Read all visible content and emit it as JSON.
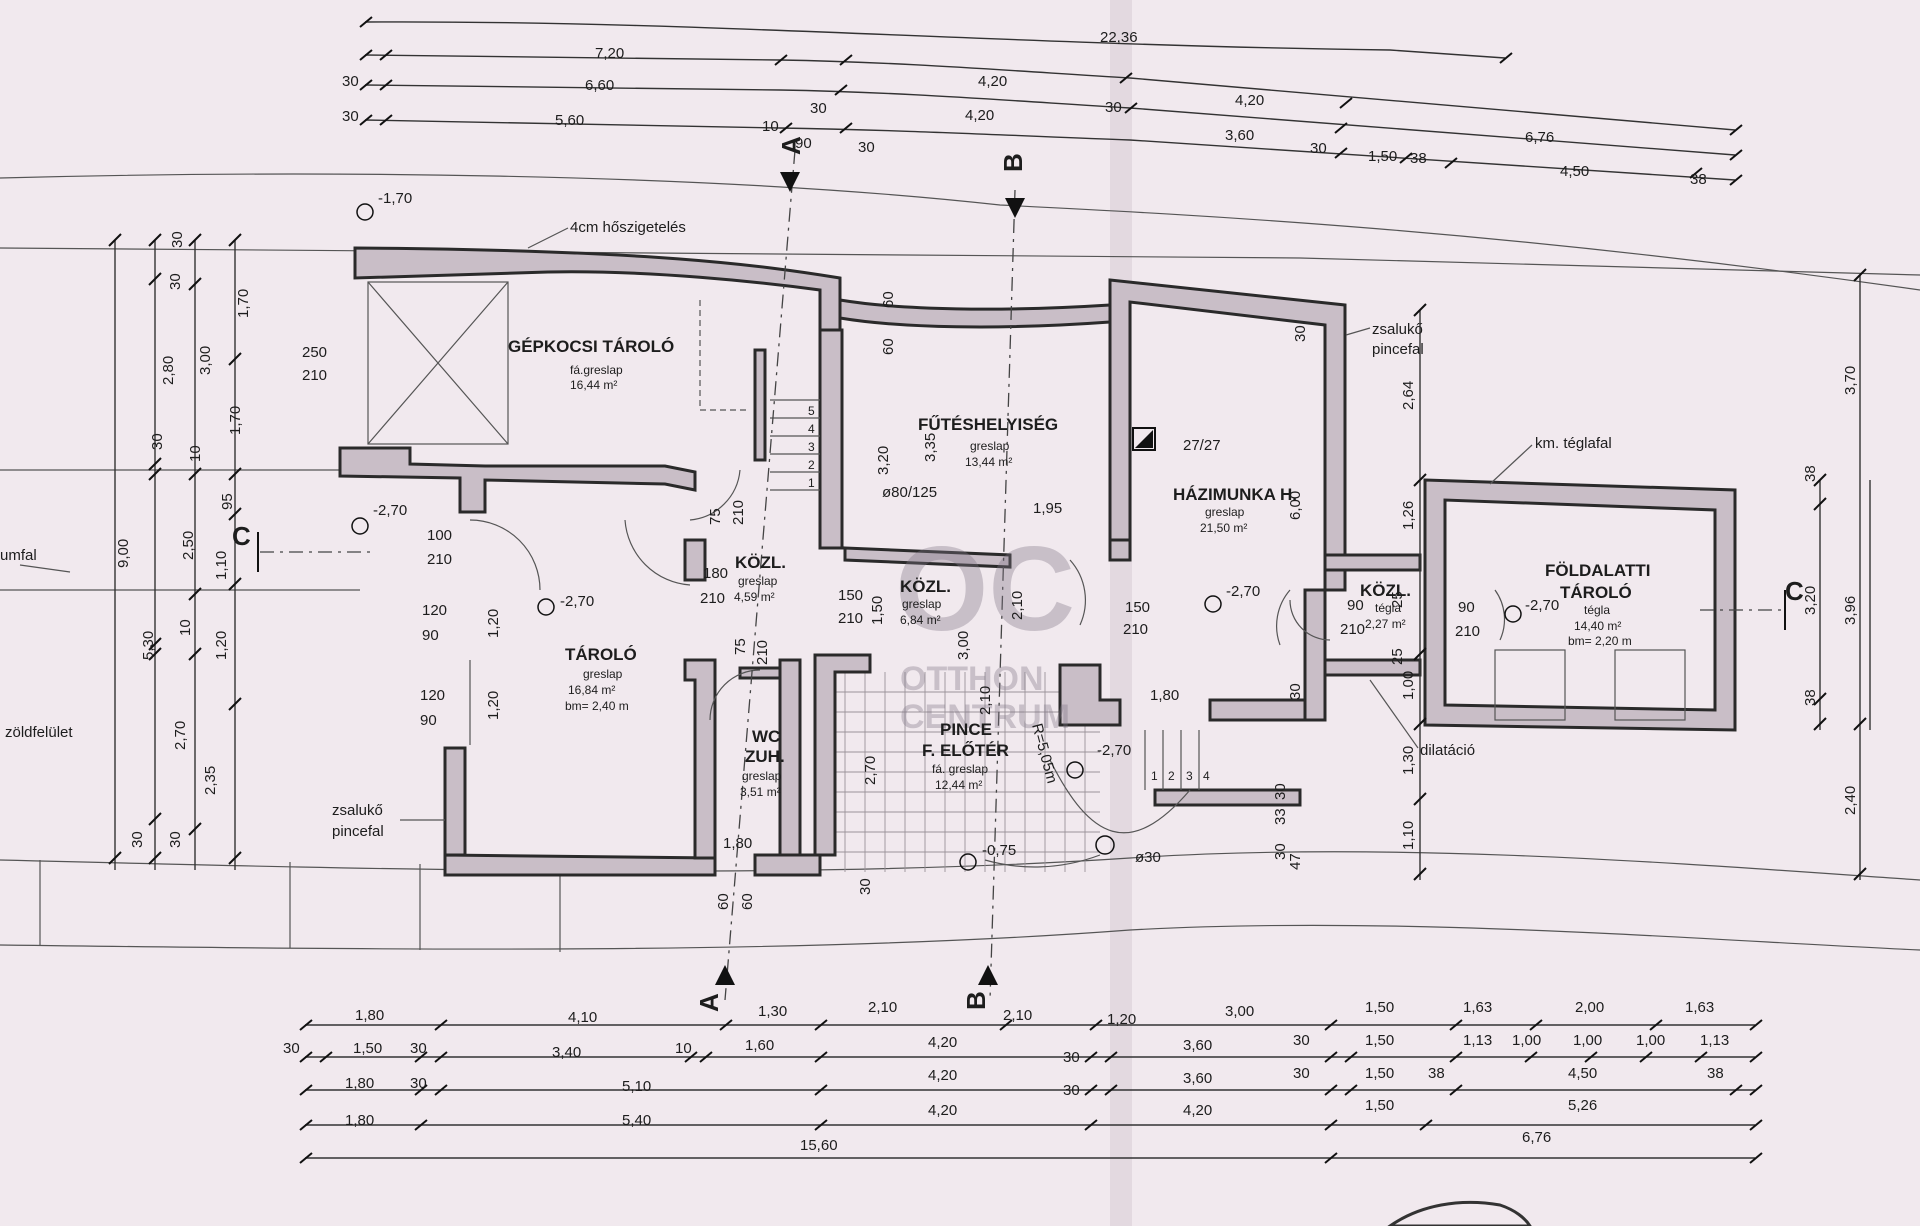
{
  "dims_top": {
    "r1": [
      "22,36"
    ],
    "r2": [
      "7,20",
      "4,20",
      "4,20"
    ],
    "r3": [
      "30",
      "6,60",
      "30",
      "4,20",
      "30",
      "3,60",
      "30",
      "6,76"
    ],
    "r4": [
      "30",
      "5,60",
      "10",
      "90",
      "30",
      "1,50",
      "38",
      "4,50",
      "38"
    ]
  },
  "dims_bottom": {
    "r1": [
      "1,80",
      "4,10",
      "1,30",
      "2,10",
      "2,10",
      "1,20",
      "3,00",
      "1,50",
      "1,63",
      "2,00",
      "1,63"
    ],
    "r2": [
      "30",
      "1,50",
      "30",
      "3,40",
      "10",
      "1,60",
      "4,20",
      "30",
      "3,60",
      "30",
      "1,50",
      "1,13",
      "1,00",
      "1,00",
      "1,00",
      "1,13"
    ],
    "r3": [
      "1,80",
      "30",
      "5,10",
      "4,20",
      "30",
      "3,60",
      "30",
      "1,50",
      "38",
      "4,50",
      "38"
    ],
    "r4": [
      "1,80",
      "5,40",
      "4,20",
      "4,20",
      "1,50",
      "5,26"
    ],
    "r5": [
      "15,60",
      "6,76"
    ]
  },
  "dims_left": [
    "9,00",
    "2,80",
    "2,50",
    "1,10",
    "5,30",
    "2,70",
    "2,35",
    "3,00",
    "1,70",
    "1,70",
    "95",
    "1,20",
    "30",
    "30",
    "30",
    "30",
    "10",
    "10",
    "30"
  ],
  "dims_right": [
    "2,64",
    "1,26",
    "1,00",
    "1,30",
    "1,10",
    "3,70",
    "3,96",
    "3,20",
    "2,40",
    "38",
    "38",
    "25",
    "25",
    "30",
    "33",
    "30",
    "47"
  ],
  "rooms": {
    "garage": {
      "name": "GÉPKOCSI TÁROLÓ",
      "floor": "fá.greslap",
      "area": "16,44 m²"
    },
    "heating": {
      "name": "FŰTÉSHELYISÉG",
      "floor": "greslap",
      "area": "13,44 m²"
    },
    "utility": {
      "name": "HÁZIMUNKA H.",
      "floor": "greslap",
      "area": "21,50 m²"
    },
    "storage": {
      "name": "TÁROLÓ",
      "floor": "greslap",
      "area": "16,84 m²",
      "height": "bm= 2,40 m"
    },
    "hall1": {
      "name": "KÖZL.",
      "floor": "greslap",
      "area": "4,59 m²"
    },
    "hall2": {
      "name": "KÖZL.",
      "floor": "greslap",
      "area": "6,84 m²"
    },
    "wc": {
      "name1": "WC",
      "name2": "ZUH.",
      "floor": "greslap",
      "area": "3,51 m²"
    },
    "cellar": {
      "name1": "PINCE",
      "name2": "F. ELŐTÉR",
      "floor": "fá. greslap",
      "area": "12,44 m²"
    },
    "hall3": {
      "name": "KÖZL.",
      "floor": "tégla",
      "area": "2,27 m²"
    },
    "underground": {
      "name1": "FÖLDALATTI",
      "name2": "TÁROLÓ",
      "floor": "tégla",
      "area": "14,40 m²",
      "height": "bm= 2,20 m"
    }
  },
  "levels": [
    "-1,70",
    "-2,70",
    "-2,70",
    "-2,70",
    "-2,70",
    "-2,70",
    "-0,75"
  ],
  "openings": [
    "250",
    "210",
    "100",
    "210",
    "120",
    "90",
    "120",
    "90",
    "180",
    "210",
    "150",
    "210",
    "150",
    "210",
    "90",
    "210",
    "90",
    "210",
    "75",
    "210",
    "75",
    "210",
    "60",
    "1,20",
    "1,20",
    "1,80",
    "1,80",
    "3,20",
    "3,35",
    "1,50",
    "1,95",
    "6,00",
    "3,00",
    "2,10",
    "2,10",
    "2,70",
    "60",
    "60",
    "60",
    "30",
    "30",
    "30"
  ],
  "notes": {
    "insulation": "4cm hőszigetelés",
    "formwork_r1": "zsalukő",
    "formwork_r2": "pincefal",
    "formwork_l1": "zsalukő",
    "formwork_l2": "pincefal",
    "brickwall": "km. téglafal",
    "expansion": "dilatáció",
    "green": "zöldfelület",
    "fence": "umfal",
    "flue": "ø80/125",
    "chimney": "27/27",
    "radius": "R=5,05m",
    "pipe": "ø30"
  },
  "stairs_a": [
    "1",
    "2",
    "3",
    "4",
    "5"
  ],
  "stairs_b": [
    "1",
    "2",
    "3",
    "4"
  ],
  "sections": {
    "a": "A",
    "b": "B",
    "c": "C"
  },
  "watermark": {
    "logo": "OC",
    "l1": "OTTHON",
    "l2": "CENTRUM"
  }
}
